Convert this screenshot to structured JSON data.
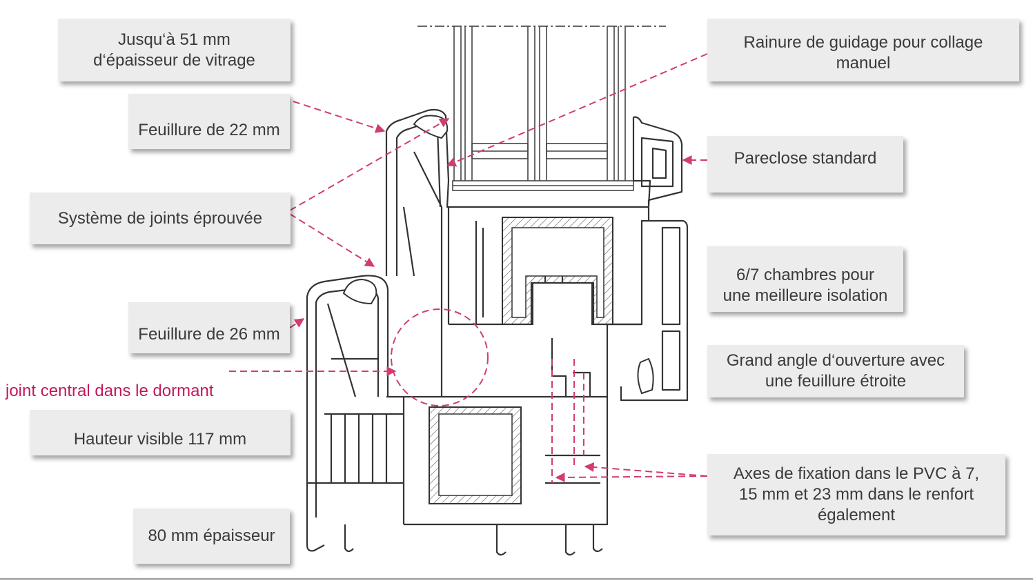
{
  "accent_color": "#d23c6e",
  "labels": {
    "glazing_thickness": "Jusqu‘à 51 mm\nd‘épaisseur de vitrage",
    "rebate_22": "Feuillure de 22 mm",
    "gasket_system": "Système de joints éprouvée",
    "rebate_26": "Feuillure de 26 mm",
    "central_seal": "joint central dans le dormant",
    "visible_height": "Hauteur visible 117 mm",
    "depth_80": "80 mm épaisseur",
    "guide_groove": "Rainure de guidage pour collage\nmanuel",
    "glazing_bead": "Pareclose standard",
    "chambers": "6/7 chambres pour\nune meilleure isolation",
    "opening_angle": "Grand angle d‘ouverture avec\nune feuillure étroite",
    "fixing_axes": "Axes de fixation dans le PVC à 7,\n15 mm et 23 mm dans le renfort\négalement"
  }
}
